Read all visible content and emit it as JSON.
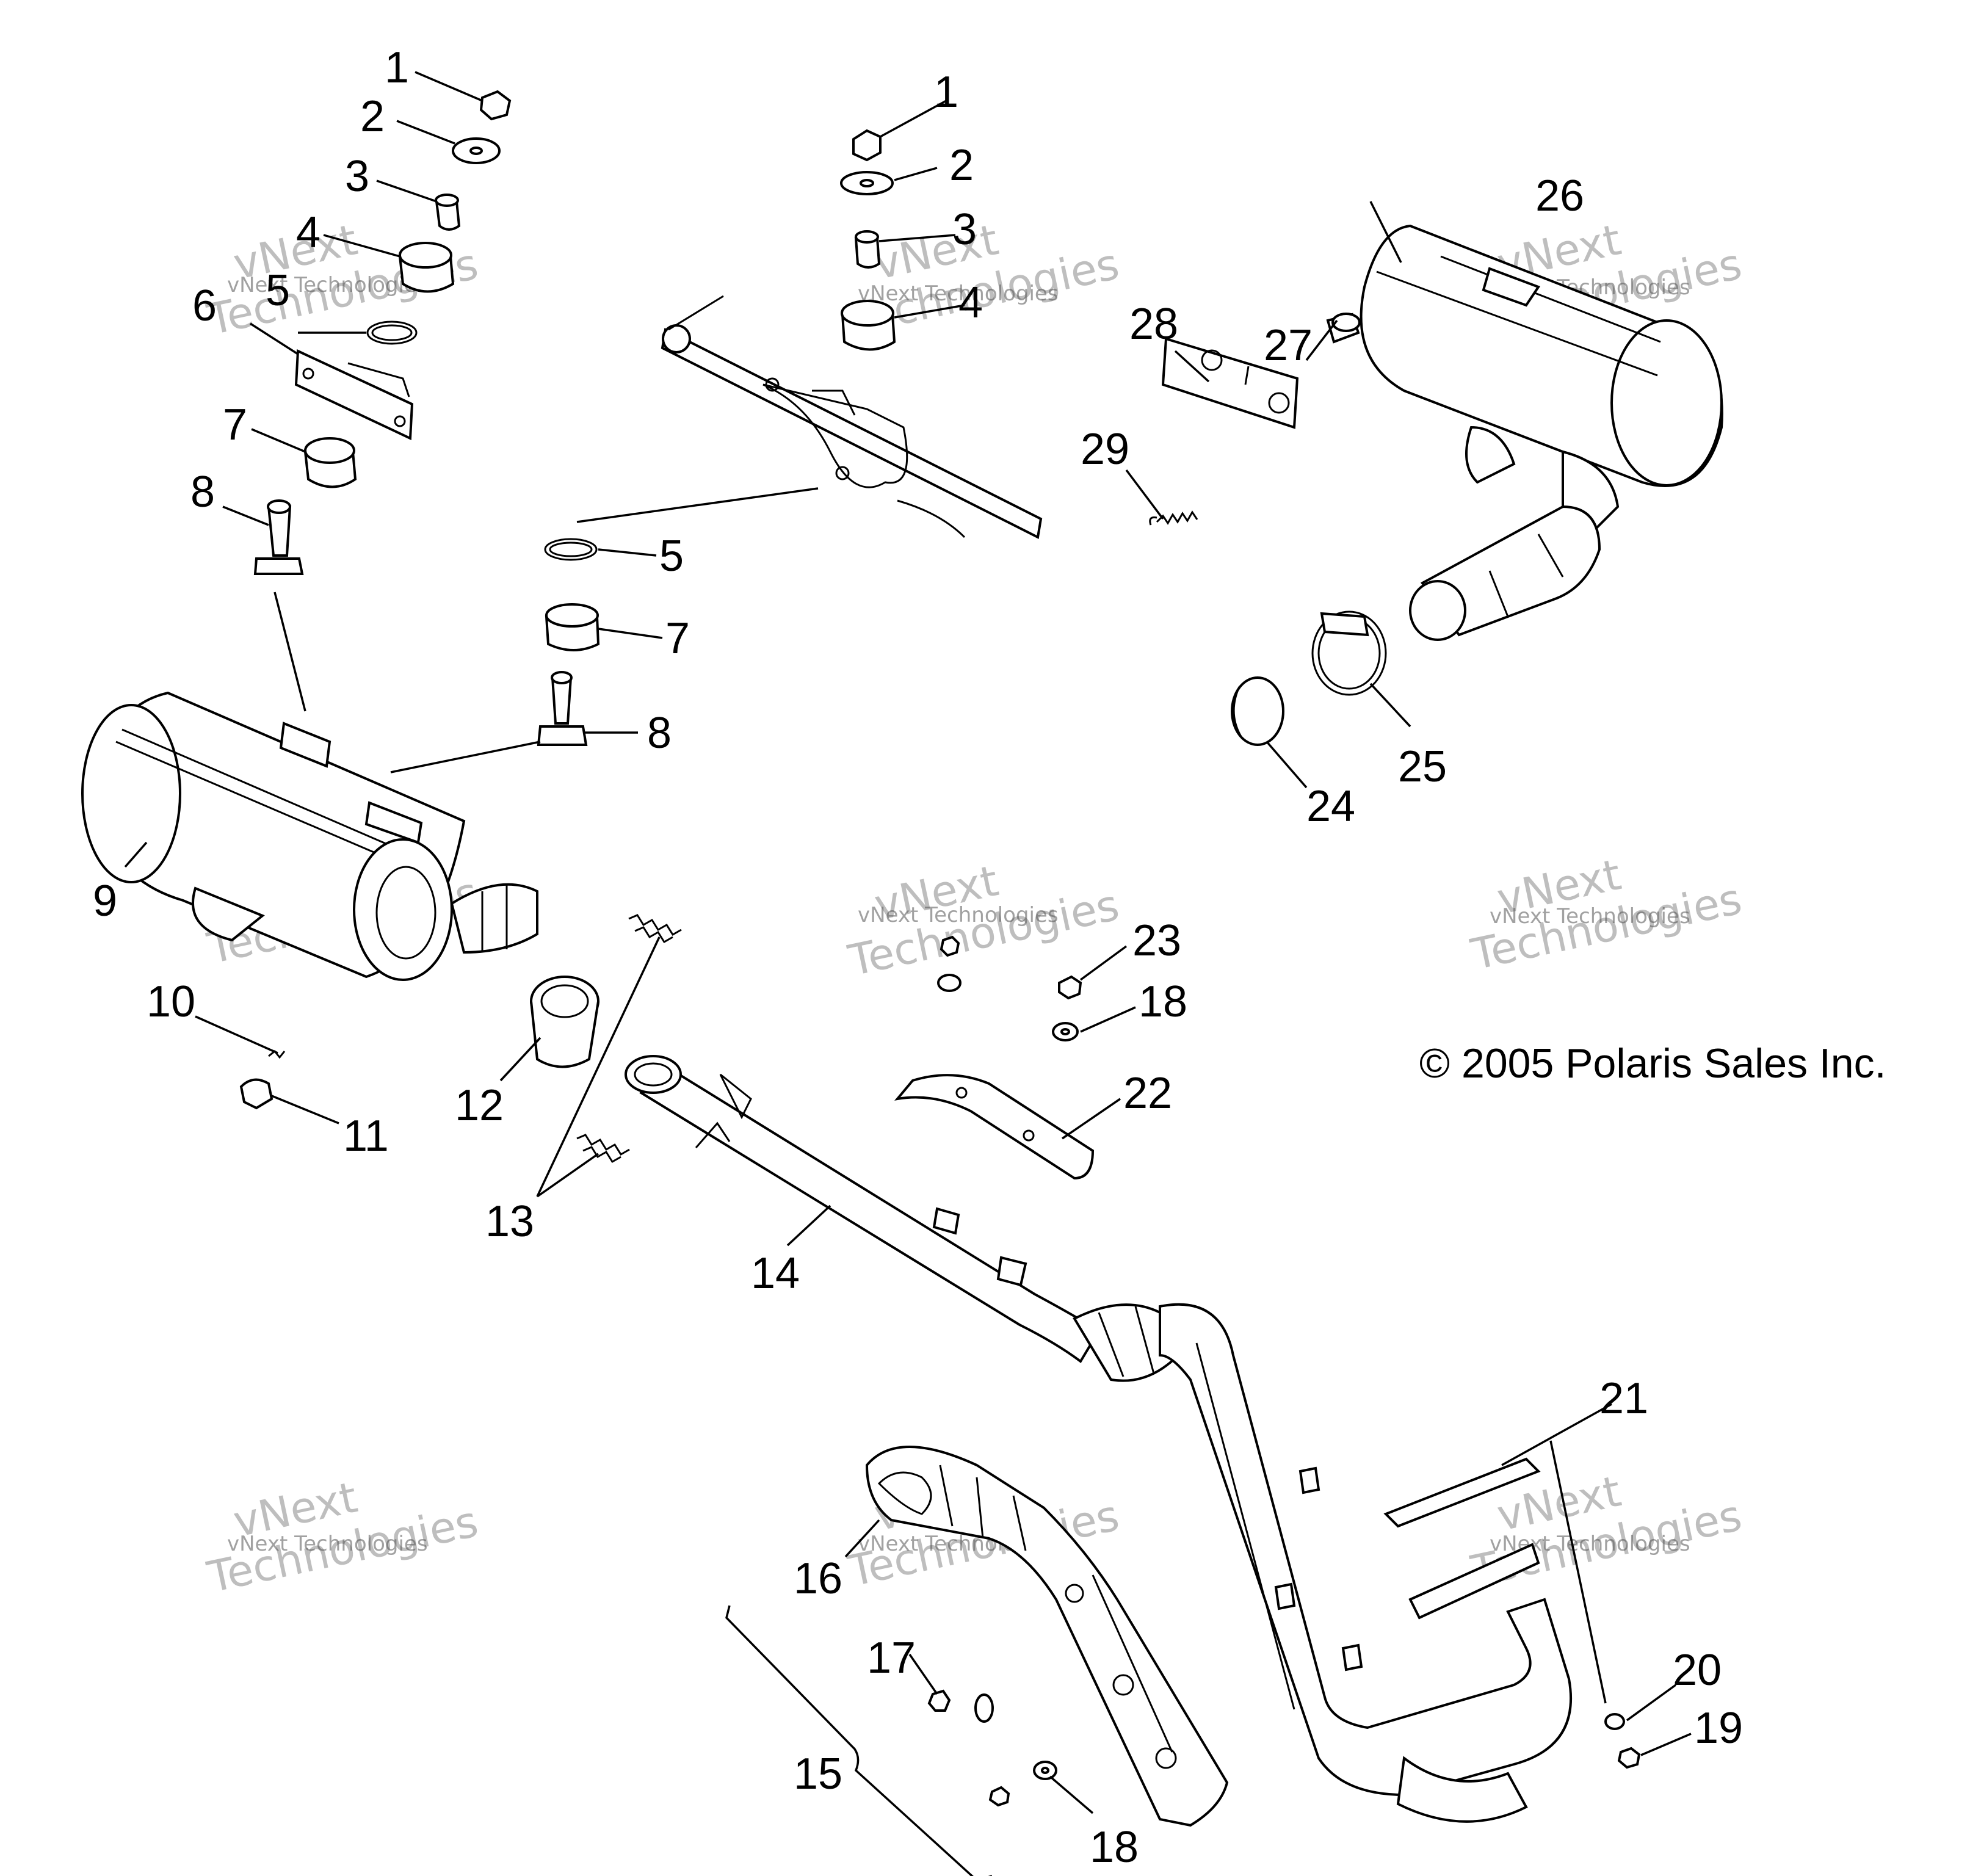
{
  "diagram": {
    "copyright": "© 2005 Polaris Sales Inc.",
    "watermark_top": "vNext",
    "watermark_bottom": "Technologies",
    "watermark_caption": "vNext Technologies",
    "callouts": [
      "1",
      "2",
      "3",
      "4",
      "5",
      "6",
      "7",
      "8",
      "9",
      "10",
      "11",
      "12",
      "13",
      "14",
      "15",
      "16",
      "17",
      "18",
      "19",
      "20",
      "21",
      "22",
      "23",
      "24",
      "25",
      "26",
      "27",
      "28",
      "29"
    ]
  }
}
